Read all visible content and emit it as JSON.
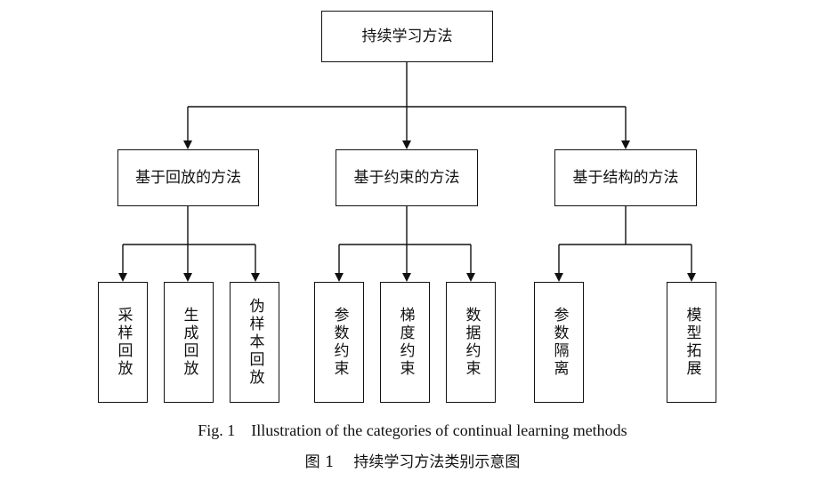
{
  "diagram": {
    "root": "持续学习方法",
    "categories": [
      {
        "label": "基于回放的方法",
        "children": [
          "采样回放",
          "生成回放",
          "伪样本回放"
        ]
      },
      {
        "label": "基于约束的方法",
        "children": [
          "参数约束",
          "梯度约束",
          "数据约束"
        ]
      },
      {
        "label": "基于结构的方法",
        "children": [
          "参数隔离",
          "模型拓展"
        ]
      }
    ]
  },
  "caption": {
    "english": "Fig. 1    Illustration of the categories of continual learning methods",
    "chinese": "图 1    持续学习方法类别示意图"
  }
}
